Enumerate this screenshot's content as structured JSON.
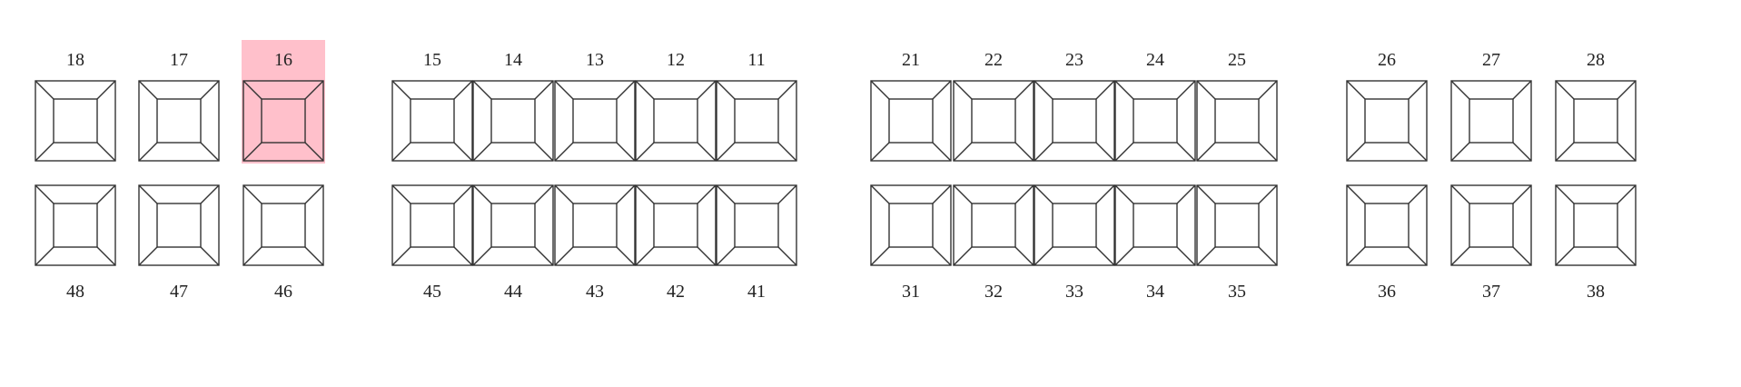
{
  "dental_chart": {
    "upper_row": [
      "18",
      "17",
      "16",
      "15",
      "14",
      "13",
      "12",
      "11",
      "21",
      "22",
      "23",
      "24",
      "25",
      "26",
      "27",
      "28"
    ],
    "lower_row": [
      "48",
      "47",
      "46",
      "45",
      "44",
      "43",
      "42",
      "41",
      "31",
      "32",
      "33",
      "34",
      "35",
      "36",
      "37",
      "38"
    ],
    "selected_tooth": "16",
    "colors": {
      "selected_highlight": "#ffc0cb",
      "outline": "#333333",
      "label": "#222222",
      "background": "#ffffff"
    }
  }
}
